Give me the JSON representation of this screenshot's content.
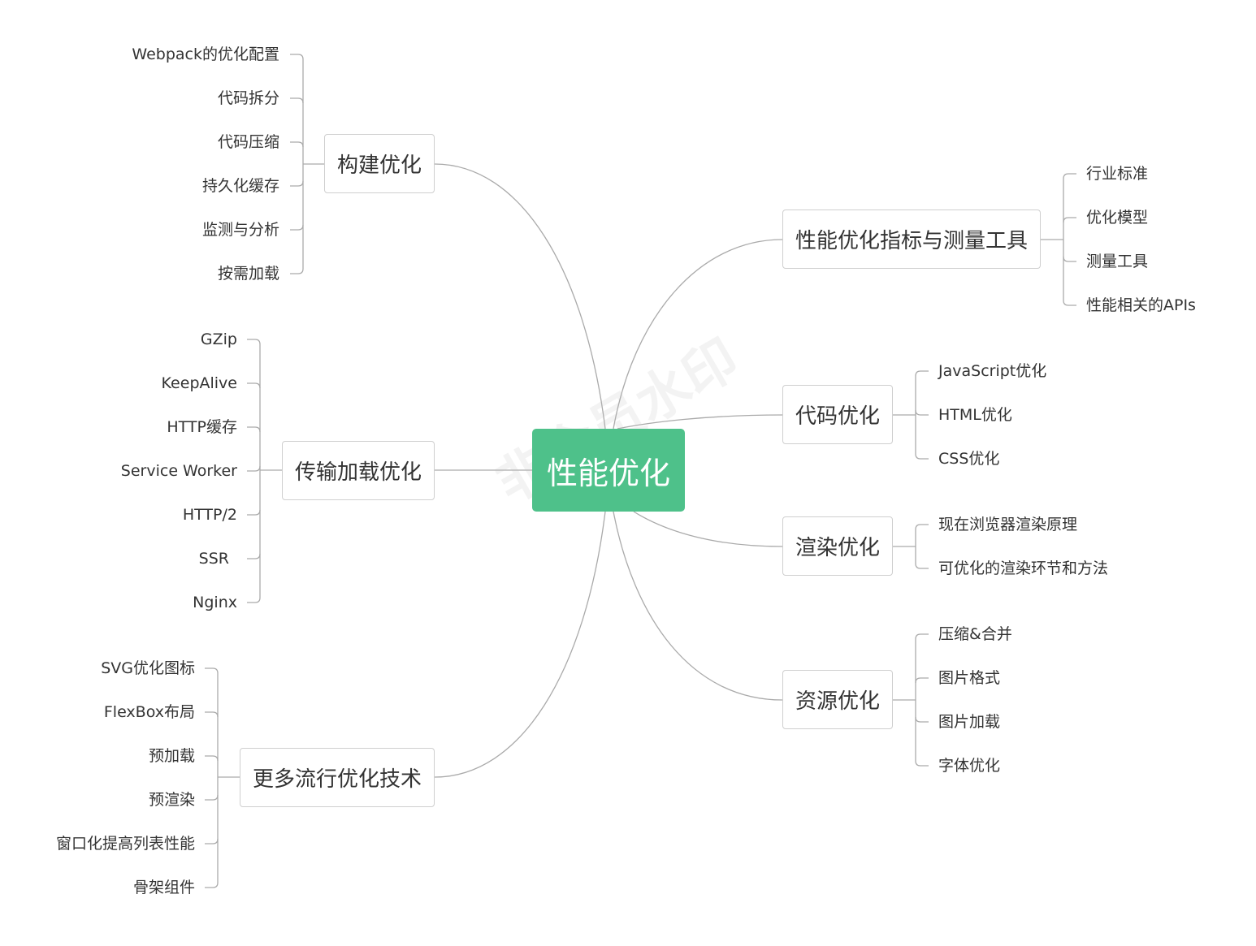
{
  "root": {
    "label": "性能优化"
  },
  "colors": {
    "root_fill": "#4ec18a",
    "connector": "#aaaaaa",
    "node_border": "#cfcfcf"
  },
  "watermark": "非会员水印",
  "branches": [
    {
      "label": "构建优化",
      "side": "left",
      "children": [
        "Webpack的优化配置",
        "代码拆分",
        "代码压缩",
        "持久化缓存",
        "监测与分析",
        "按需加载"
      ]
    },
    {
      "label": "传输加载优化",
      "side": "left",
      "children": [
        "GZip",
        "KeepAlive",
        "HTTP缓存",
        "Service Worker",
        "HTTP/2",
        "SSR",
        "Nginx"
      ]
    },
    {
      "label": "更多流行优化技术",
      "side": "left",
      "children": [
        "SVG优化图标",
        "FlexBox布局",
        "预加载",
        "预渲染",
        "窗口化提高列表性能",
        "骨架组件"
      ]
    },
    {
      "label": "性能优化指标与测量工具",
      "side": "right",
      "children": [
        "行业标准",
        "优化模型",
        "测量工具",
        "性能相关的APIs"
      ]
    },
    {
      "label": "代码优化",
      "side": "right",
      "children": [
        "JavaScript优化",
        "HTML优化",
        "CSS优化"
      ]
    },
    {
      "label": "渲染优化",
      "side": "right",
      "children": [
        "现在浏览器渲染原理",
        "可优化的渲染环节和方法"
      ]
    },
    {
      "label": "资源优化",
      "side": "right",
      "children": [
        "压缩&合并",
        "图片格式",
        "图片加载",
        "字体优化"
      ]
    }
  ]
}
